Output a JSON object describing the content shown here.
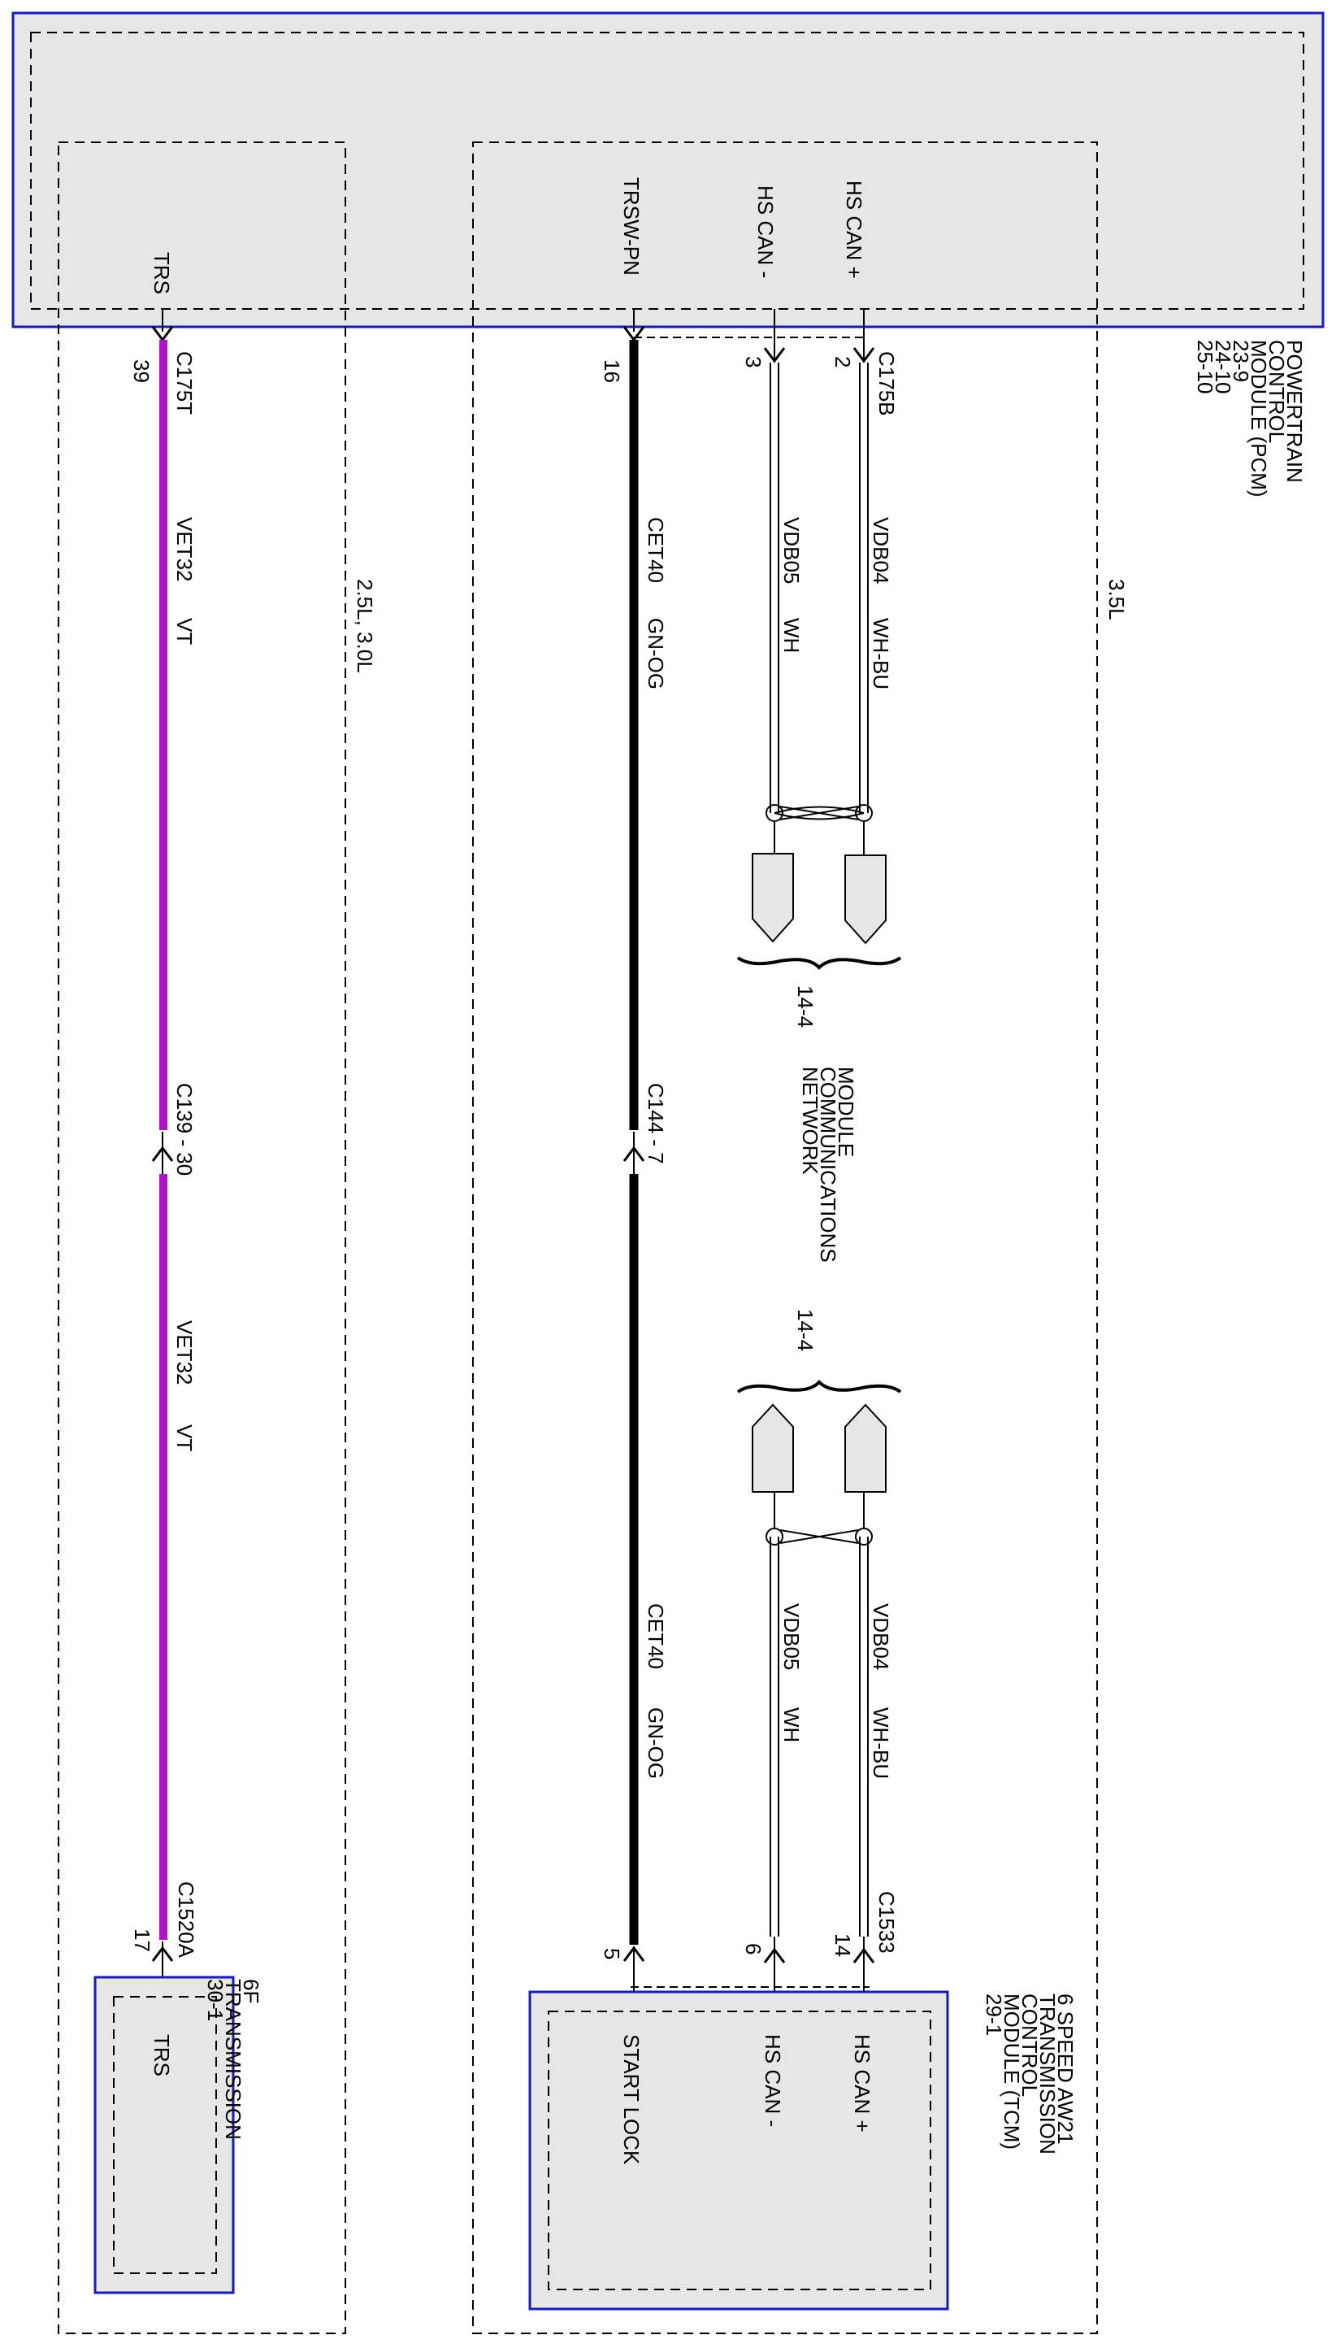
{
  "colors": {
    "module_fill": "#e6e6e6",
    "module_border": "#1a1ab4",
    "violet_wire": "#b30fcc",
    "black_wire": "#000000",
    "dash": "#000000"
  },
  "pcm": {
    "title_lines": [
      "POWERTRAIN",
      "CONTROL",
      "MODULE (PCM)",
      "23-9",
      "24-10",
      "25-10"
    ],
    "pins": {
      "trs": "TRS",
      "trsw_pn": "TRSW-PN",
      "hs_can_minus": "HS CAN -",
      "hs_can_plus": "HS CAN +"
    }
  },
  "variants": {
    "left": "2.5L, 3.0L",
    "right": "3.5L"
  },
  "connectors": {
    "c175t": "C175T",
    "c175t_pin": "39",
    "c175b": "C175B",
    "c175b_pin_16": "16",
    "c175b_pin_3": "3",
    "c175b_pin_2": "2",
    "c139": "C139 - 30",
    "c144": "C144 - 7",
    "c1520a": "C1520A",
    "c1520a_pin": "17",
    "c1533": "C1533",
    "c1533_pin_5": "5",
    "c1533_pin_6": "6",
    "c1533_pin_14": "14"
  },
  "wires": {
    "vet32": {
      "circuit": "VET32",
      "color": "VT"
    },
    "cet40": {
      "circuit": "CET40",
      "color": "GN-OG"
    },
    "vdb05": {
      "circuit": "VDB05",
      "color": "WH"
    },
    "vdb04": {
      "circuit": "VDB04",
      "color": "WH-BU"
    }
  },
  "network": {
    "ref_top": "14-4",
    "ref_bottom": "14-4",
    "title_lines": [
      "MODULE",
      "COMMUNICATIONS",
      "NETWORK"
    ]
  },
  "transmission": {
    "title_lines": [
      "6F",
      "TRANSMISSION",
      "30-1"
    ],
    "pin": "TRS"
  },
  "tcm": {
    "title_lines": [
      "6 SPEED AW21",
      "TRANSMISSION",
      "CONTROL",
      "MODULE (TCM)",
      "29-1"
    ],
    "pins": {
      "start_lock": "START LOCK",
      "hs_can_minus": "HS CAN -",
      "hs_can_plus": "HS CAN +"
    }
  }
}
